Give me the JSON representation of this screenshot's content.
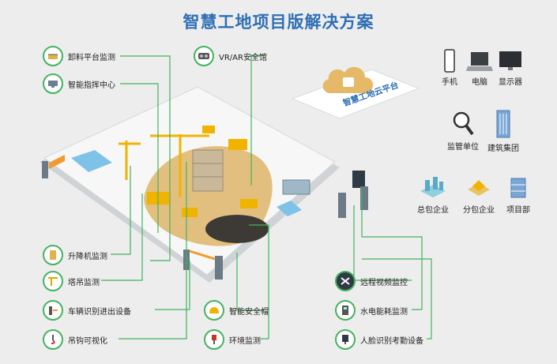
{
  "title": "智慧工地项目版解决方案",
  "cloud": {
    "label": "智慧工地云平台"
  },
  "left_features": [
    {
      "label": "卸料平台监测",
      "icon": "platform-icon"
    },
    {
      "label": "智能指挥中心",
      "icon": "command-center-icon"
    },
    {
      "label": "升降机监测",
      "icon": "elevator-icon"
    },
    {
      "label": "塔吊监测",
      "icon": "tower-crane-icon"
    },
    {
      "label": "车辆识别进出设备",
      "icon": "vehicle-gate-icon"
    },
    {
      "label": "吊钩可视化",
      "icon": "hook-camera-icon"
    }
  ],
  "top_feature": {
    "label": "VR/AR安全馆",
    "icon": "vr-headset-icon"
  },
  "bottom_features": [
    {
      "label": "智能安全帽",
      "icon": "helmet-icon"
    },
    {
      "label": "环境监测",
      "icon": "environment-sensor-icon"
    }
  ],
  "right_features": [
    {
      "label": "远程视频监控",
      "icon": "camera-icon"
    },
    {
      "label": "水电能耗监测",
      "icon": "meter-icon"
    },
    {
      "label": "人脸识别考勤设备",
      "icon": "face-recognition-icon"
    }
  ],
  "devices": [
    {
      "label": "手机",
      "icon": "phone-icon"
    },
    {
      "label": "电脑",
      "icon": "laptop-icon"
    },
    {
      "label": "显示器",
      "icon": "monitor-icon"
    }
  ],
  "orgs_row1": [
    {
      "label": "监管单位",
      "icon": "magnifier-icon"
    },
    {
      "label": "建筑集团",
      "icon": "building-icon"
    }
  ],
  "orgs_row2": [
    {
      "label": "总包企业",
      "icon": "contractor-icon"
    },
    {
      "label": "分包企业",
      "icon": "subcontractor-icon"
    },
    {
      "label": "项目部",
      "icon": "project-office-icon"
    }
  ],
  "colors": {
    "title": "#2f6fb5",
    "connector": "#43b35f",
    "accent": "#2f6fb5"
  }
}
